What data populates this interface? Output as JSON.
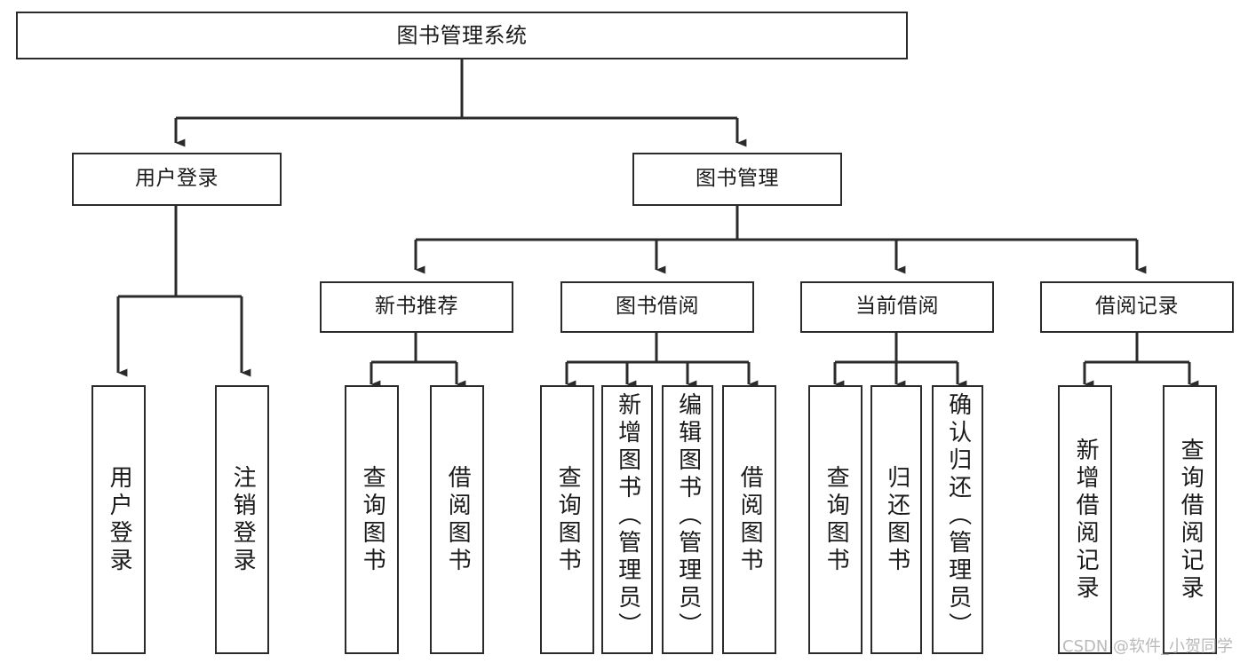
{
  "diagram": {
    "type": "tree-hierarchy",
    "title": "图书管理系统",
    "watermark": "CSDN @软件_小贺同学",
    "colors": {
      "box_border": "#2b2b2b",
      "box_fill": "#ffffff",
      "edge": "#2b2b2b",
      "background": "#ffffff",
      "watermark": "#b9b9b9"
    },
    "nodes": {
      "root": {
        "label": "图书管理系统"
      },
      "level1": [
        {
          "id": "user-login",
          "label": "用户登录"
        },
        {
          "id": "book-manage",
          "label": "图书管理"
        }
      ],
      "level2": [
        {
          "id": "new-book-recommend",
          "label": "新书推荐"
        },
        {
          "id": "book-borrow",
          "label": "图书借阅"
        },
        {
          "id": "current-borrow",
          "label": "当前借阅"
        },
        {
          "id": "borrow-record",
          "label": "借阅记录"
        }
      ],
      "leaves": {
        "user_login": [
          {
            "id": "leaf-user-login",
            "label": "用户登录"
          },
          {
            "id": "leaf-logout-login",
            "label": "注销登录"
          }
        ],
        "new_book_recommend": [
          {
            "id": "leaf-query-book-1",
            "label": "查询图书"
          },
          {
            "id": "leaf-borrow-book-1",
            "label": "借阅图书"
          }
        ],
        "book_borrow": [
          {
            "id": "leaf-query-book-2",
            "label": "查询图书"
          },
          {
            "id": "leaf-add-book",
            "label": "新增图书（管理员）"
          },
          {
            "id": "leaf-edit-book",
            "label": "编辑图书（管理员）"
          },
          {
            "id": "leaf-borrow-book-2",
            "label": "借阅图书"
          }
        ],
        "current_borrow": [
          {
            "id": "leaf-query-book-3",
            "label": "查询图书"
          },
          {
            "id": "leaf-return-book",
            "label": "归还图书"
          },
          {
            "id": "leaf-confirm-return",
            "label": "确认归还（管理员）"
          }
        ],
        "borrow_record": [
          {
            "id": "leaf-add-record",
            "label": "新增借阅记录"
          },
          {
            "id": "leaf-query-record",
            "label": "查询借阅记录"
          }
        ]
      }
    }
  }
}
